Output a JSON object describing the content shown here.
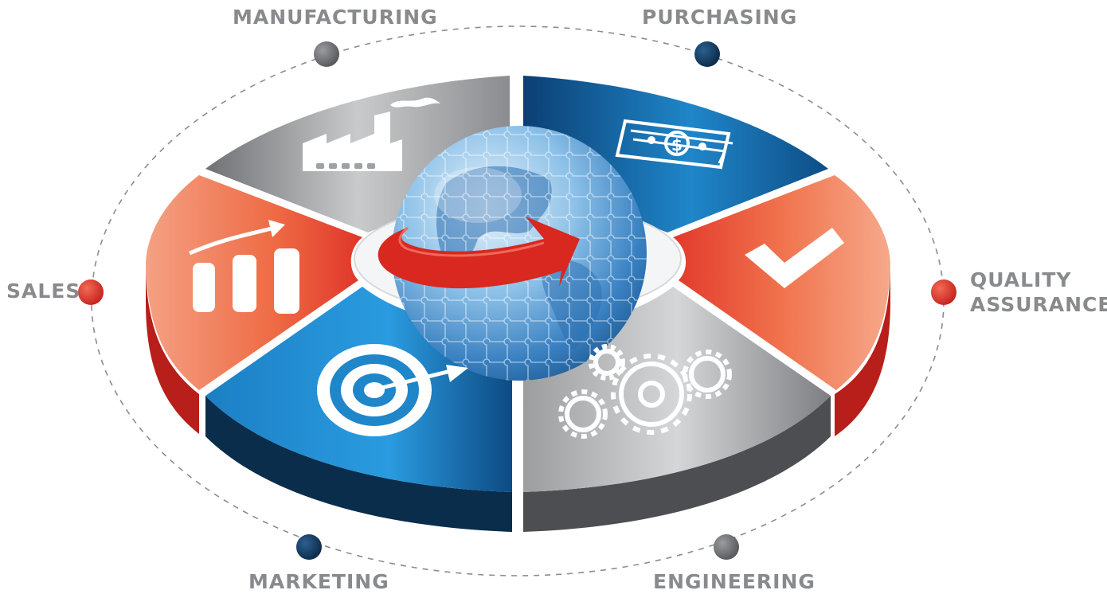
{
  "labels": {
    "manufacturing": "MANUFACTURING",
    "purchasing": "PURCHASING",
    "sales": "SALES",
    "quality_line1": "QUALITY",
    "quality_line2": "ASSURANCE",
    "marketing": "MARKETING",
    "engineering": "ENGINEERING"
  },
  "colors": {
    "label_text": "#888a8d",
    "red": "#e0302a",
    "blue": "#1d6fb0",
    "navy": "#0f3557",
    "gray": "#8c8e91",
    "dark_gray": "#5d5f62",
    "orange": "#f06a48"
  },
  "icons": {
    "manufacturing": "factory-icon",
    "purchasing": "money-icon",
    "sales": "growth-chart-icon",
    "quality_assurance": "checkmark-icon",
    "marketing": "target-icon",
    "engineering": "gears-icon",
    "center": "puzzle-globe-icon"
  }
}
